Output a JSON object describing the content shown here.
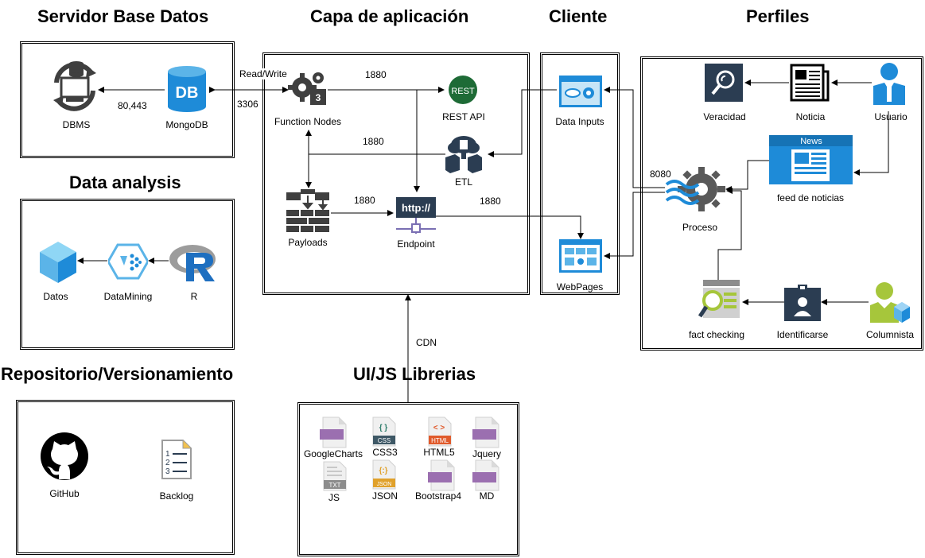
{
  "sections": {
    "db": "Servidor Base Datos",
    "app": "Capa de aplicación",
    "client": "Cliente",
    "profiles": "Perfiles",
    "analysis": "Data analysis",
    "repo": "Repositorio/Versionamiento",
    "libs": "UI/JS Librerias"
  },
  "nodes": {
    "dbms": "DBMS",
    "mongodb": "MongoDB",
    "mongodb_icon_text": "DB",
    "function_nodes": "Function Nodes",
    "rest_api": "REST API",
    "rest_icon_text": "REST",
    "etl": "ETL",
    "payloads": "Payloads",
    "endpoint": "Endpoint",
    "endpoint_icon_text": "http://",
    "data_inputs": "Data Inputs",
    "webpages": "WebPages",
    "veracidad": "Veracidad",
    "noticia": "Noticia",
    "usuario": "Usuario",
    "feed": "feed de noticias",
    "feed_icon_text": "News",
    "proceso": "Proceso",
    "fact_checking": "fact checking",
    "identificarse": "Identificarse",
    "columnista": "Columnista",
    "datos": "Datos",
    "datamining": "DataMining",
    "r": "R",
    "github": "GitHub",
    "backlog": "Backlog"
  },
  "libs": {
    "googlecharts": "GoogleCharts",
    "css3": "CSS3",
    "css3_badge": "CSS",
    "css3_glyph": "{ }",
    "html5": "HTML5",
    "html5_badge": "HTML",
    "html5_glyph": "< >",
    "jquery": "Jquery",
    "js": "JS",
    "js_badge": "TXT",
    "json": "JSON",
    "json_badge": "JSON",
    "json_glyph": "{:}",
    "bootstrap4": "Bootstrap4",
    "md": "MD"
  },
  "edges": {
    "read_write": "Read/Write",
    "port_80443": "80,443",
    "port_3306": "3306",
    "port_1880_rest": "1880",
    "port_1880_etl": "1880",
    "port_1880_payloads": "1880",
    "port_1880_webpages": "1880",
    "port_8080": "8080",
    "cdn": "CDN"
  },
  "colors": {
    "azure_blue": "#1E8BD8",
    "mongodb_blue": "#5BB4E8",
    "navy": "#2B3D52",
    "dark_grey": "#3F3F3F",
    "rest_green": "#1E6B36",
    "lib_purple": "#9B6FB0",
    "fact_green": "#A6C63B"
  }
}
